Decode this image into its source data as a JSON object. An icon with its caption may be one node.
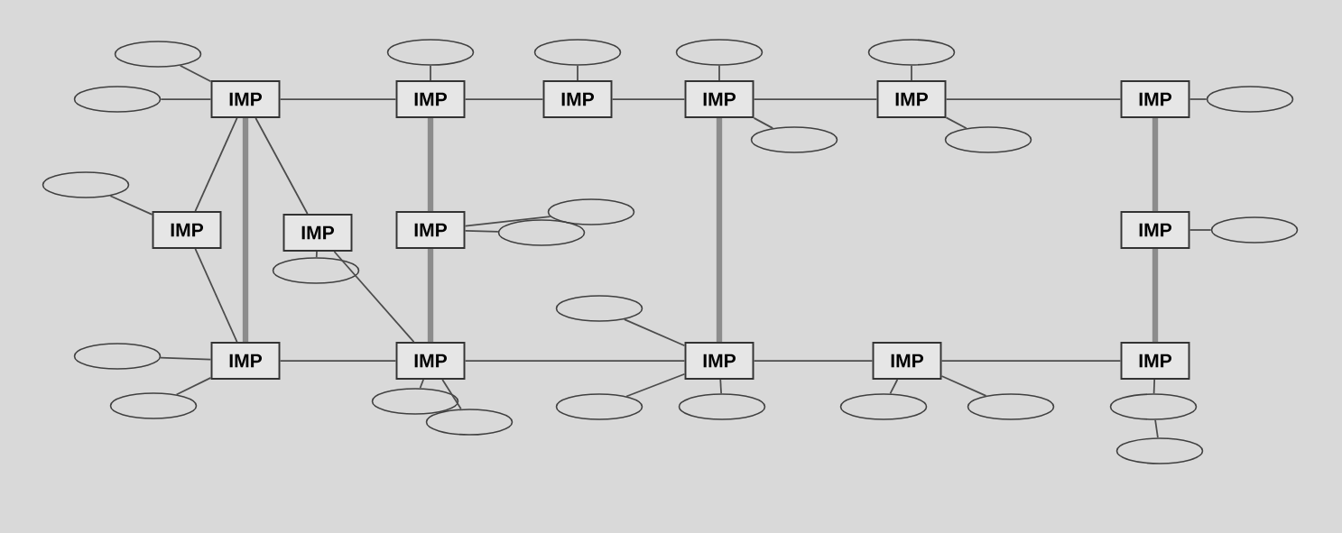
{
  "diagram": {
    "nodes": [
      {
        "text": [
          "IMP"
        ]
      },
      {
        "text": [
          "IMP"
        ]
      },
      {
        "text": [
          "IMP"
        ]
      },
      {
        "text": [
          "IMP"
        ]
      },
      {
        "text": [
          "IMP"
        ]
      },
      {
        "text": [
          "IMP"
        ]
      },
      {
        "text": [
          "IMP"
        ]
      },
      {
        "text": [
          "IMP"
        ]
      },
      {
        "text": [
          "IMP"
        ]
      },
      {
        "text": [
          "IMP"
        ]
      },
      {
        "text": [
          "IMP"
        ]
      },
      {
        "text": [
          "IMP"
        ]
      },
      {
        "text": [
          "IMP"
        ]
      },
      {
        "text": [
          "IMP"
        ]
      },
      {
        "text": [
          "IMP"
        ]
      },
      {
        "text": [],
        "shape": "ellipse"
      },
      {
        "text": [],
        "shape": "ellipse"
      },
      {
        "text": [],
        "shape": "ellipse"
      },
      {
        "text": [],
        "shape": "ellipse"
      },
      {
        "text": [],
        "shape": "ellipse"
      },
      {
        "text": [],
        "shape": "ellipse"
      },
      {
        "text": [],
        "shape": "ellipse"
      },
      {
        "text": [],
        "shape": "ellipse"
      },
      {
        "text": [],
        "shape": "ellipse"
      },
      {
        "text": [],
        "shape": "ellipse"
      },
      {
        "text": [],
        "shape": "ellipse"
      },
      {
        "text": [],
        "shape": "ellipse"
      },
      {
        "text": [],
        "shape": "ellipse"
      },
      {
        "text": [],
        "shape": "ellipse"
      },
      {
        "text": [],
        "shape": "ellipse"
      },
      {
        "text": [],
        "shape": "ellipse"
      },
      {
        "text": [],
        "shape": "ellipse"
      },
      {
        "text": [],
        "shape": "ellipse"
      },
      {
        "text": [],
        "shape": "ellipse"
      },
      {
        "text": [],
        "shape": "ellipse"
      },
      {
        "text": [],
        "shape": "ellipse"
      },
      {
        "text": [],
        "shape": "ellipse"
      },
      {
        "text": [],
        "shape": "ellipse"
      },
      {
        "text": [],
        "shape": "ellipse"
      },
      {
        "text": [],
        "shape": "ellipse"
      }
    ],
    "edges": [
      {
        "from": 0,
        "to": 1,
        "arrow": "none"
      },
      {
        "from": 1,
        "to": 2,
        "arrow": "none"
      },
      {
        "from": 2,
        "to": 3,
        "arrow": "none"
      },
      {
        "from": 3,
        "to": 4,
        "arrow": "none"
      },
      {
        "from": 4,
        "to": 5,
        "arrow": "none"
      },
      {
        "from": 0,
        "to": 6,
        "arrow": "none"
      },
      {
        "from": 0,
        "to": 7,
        "arrow": "none"
      },
      {
        "from": 0,
        "to": 10,
        "arrow": "none",
        "style": "thick",
        "color": "#8c8c8c"
      },
      {
        "from": 1,
        "to": 8,
        "arrow": "none",
        "style": "thick",
        "color": "#8c8c8c"
      },
      {
        "from": 3,
        "to": 12,
        "arrow": "none",
        "style": "thick",
        "color": "#8c8c8c"
      },
      {
        "from": 5,
        "to": 9,
        "arrow": "none",
        "style": "thick",
        "color": "#8c8c8c"
      },
      {
        "from": 6,
        "to": 10,
        "arrow": "none"
      },
      {
        "from": 7,
        "to": 11,
        "arrow": "none"
      },
      {
        "from": 8,
        "to": 11,
        "arrow": "none",
        "style": "thick",
        "color": "#8c8c8c"
      },
      {
        "from": 9,
        "to": 14,
        "arrow": "none",
        "style": "thick",
        "color": "#8c8c8c"
      },
      {
        "from": 10,
        "to": 11,
        "arrow": "none"
      },
      {
        "from": 11,
        "to": 12,
        "arrow": "none"
      },
      {
        "from": 12,
        "to": 13,
        "arrow": "none"
      },
      {
        "from": 13,
        "to": 14,
        "arrow": "none"
      },
      {
        "from": 15,
        "to": 0,
        "arrow": "none"
      },
      {
        "from": 16,
        "to": 0,
        "arrow": "none"
      },
      {
        "from": 17,
        "to": 1,
        "arrow": "none"
      },
      {
        "from": 18,
        "to": 2,
        "arrow": "none"
      },
      {
        "from": 19,
        "to": 3,
        "arrow": "none"
      },
      {
        "from": 3,
        "to": 20,
        "arrow": "none"
      },
      {
        "from": 21,
        "to": 4,
        "arrow": "none"
      },
      {
        "from": 4,
        "to": 22,
        "arrow": "none"
      },
      {
        "from": 5,
        "to": 23,
        "arrow": "none"
      },
      {
        "from": 24,
        "to": 6,
        "arrow": "none"
      },
      {
        "from": 7,
        "to": 25,
        "arrow": "none"
      },
      {
        "from": 8,
        "to": 26,
        "arrow": "none"
      },
      {
        "from": 8,
        "to": 27,
        "arrow": "none"
      },
      {
        "from": 9,
        "to": 28,
        "arrow": "none"
      },
      {
        "from": 29,
        "to": 10,
        "arrow": "none"
      },
      {
        "from": 10,
        "to": 30,
        "arrow": "none"
      },
      {
        "from": 11,
        "to": 31,
        "arrow": "none"
      },
      {
        "from": 11,
        "to": 32,
        "arrow": "none"
      },
      {
        "from": 33,
        "to": 12,
        "arrow": "none"
      },
      {
        "from": 12,
        "to": 34,
        "arrow": "none"
      },
      {
        "from": 12,
        "to": 35,
        "arrow": "none"
      },
      {
        "from": 13,
        "to": 36,
        "arrow": "none"
      },
      {
        "from": 13,
        "to": 37,
        "arrow": "none"
      },
      {
        "from": 14,
        "to": 38,
        "arrow": "none"
      },
      {
        "from": 38,
        "to": 39,
        "arrow": "none"
      }
    ]
  }
}
